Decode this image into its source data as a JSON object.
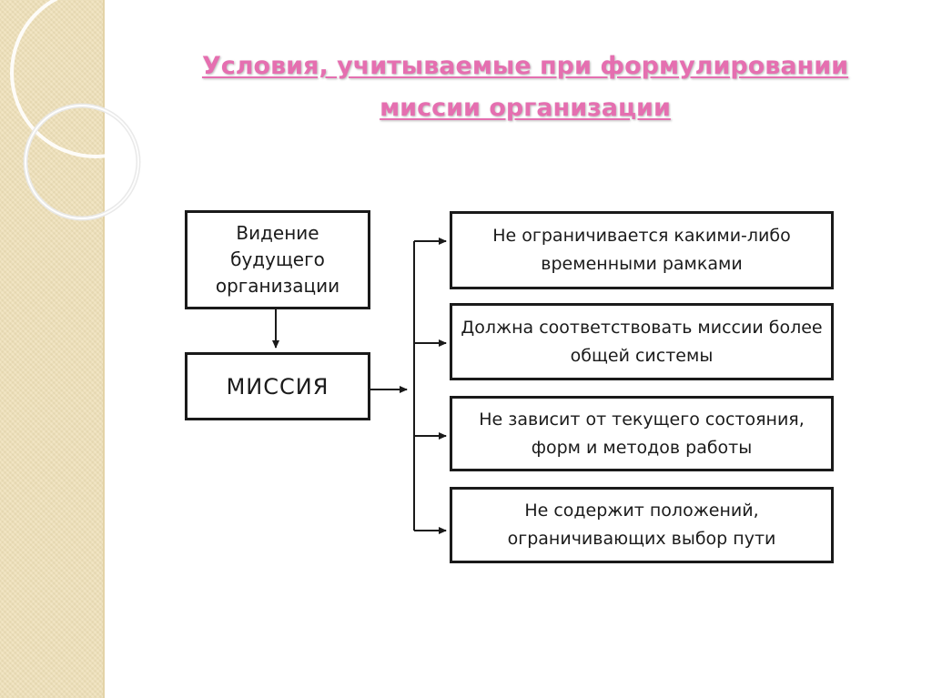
{
  "title": {
    "line1": "Условия, учитываемые при формулировании",
    "line2": "миссии организации"
  },
  "diagram": {
    "vision_box": "Видение будущего организации",
    "mission_box": "МИССИЯ",
    "conditions": [
      "Не ограничивается какими-либо временными рамками",
      "Должна соответствовать миссии более общей системы",
      "Не зависит от текущего состояния, форм и методов работы",
      "Не содержит положений, ограничивающих выбор пути"
    ]
  },
  "colors": {
    "title": "#e56fb0",
    "side_strip": "#efe0b8",
    "box_border": "#1a1a1a"
  }
}
